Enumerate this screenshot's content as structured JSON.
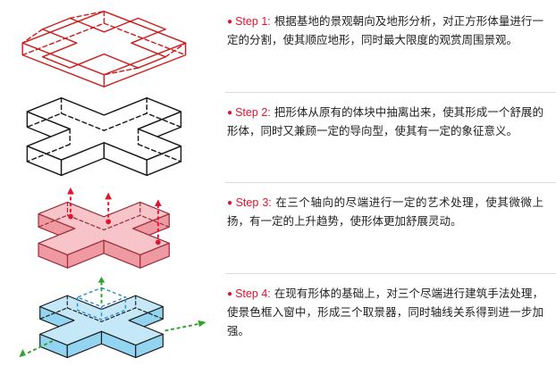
{
  "colors": {
    "label-red": "#e8112d",
    "sketch-red": "#cc1f1f",
    "ink": "#1a1a1a",
    "pink-top": "#f6c4c9",
    "pink-side": "#ef99a2",
    "pink-edge": "#9c2f38",
    "blue-top": "#c5e8f8",
    "blue-side": "#93d4f0",
    "box-blue": "#2b8fd0",
    "green-arrow": "#2ea12e",
    "divider": "#dcdcdc",
    "text": "#222222"
  },
  "steps": [
    {
      "bullet": "●",
      "label": "Step 1:",
      "text": "根据基地的景观朝向及地形分析，对正方形体量进行一定的分割，使其顺应地形，同时最大限度的观赏周围景观。",
      "diagram": "red-wireframe-site-slab-with-cross-plan"
    },
    {
      "bullet": "●",
      "label": "Step 2:",
      "text": "把形体从原有的体块中抽离出来，使其形成一个舒展的形体，同时又兼顾一定的导向型，使其有一定的象征意义。",
      "diagram": "extracted-white-cross-form"
    },
    {
      "bullet": "●",
      "label": "Step 3:",
      "text": "在三个轴向的尽端进行一定的艺术处理，使其微微上扬，有一定的上升趋势，使形体更加舒展灵动。",
      "diagram": "pink-form-with-red-lift-arrows"
    },
    {
      "bullet": "●",
      "label": "Step 4:",
      "text": "在现有形体的基础上，对三个尽端进行建筑手法处理，使景色框入窗中，形成三个取景器，同时轴线关系得到进一步加强。",
      "diagram": "blue-form-with-view-frames-and-axis-arrows"
    }
  ]
}
